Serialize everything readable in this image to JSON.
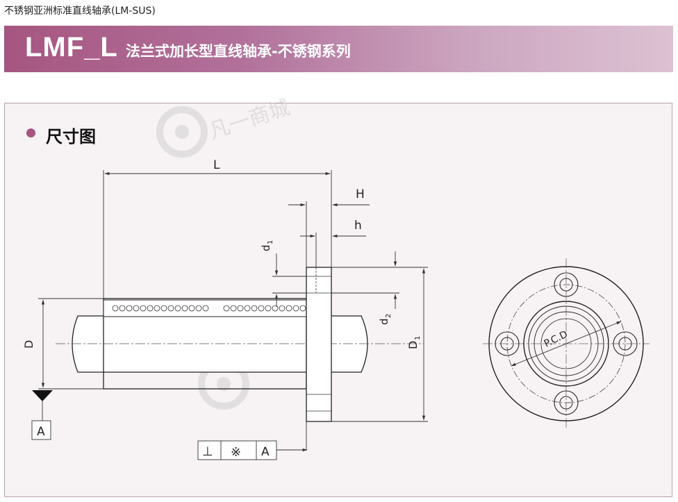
{
  "breadcrumb": "不锈钢亚洲标准直线轴承(LM-SUS)",
  "banner": {
    "code": "LMF_L",
    "title": "法兰式加长型直线轴承-不锈钢系列",
    "gradient_start": "#a55680",
    "gradient_end": "#ddc2d3"
  },
  "section": {
    "title": "尺寸图",
    "dot_color": "#a65582"
  },
  "drawing": {
    "label_L": "L",
    "label_H": "H",
    "label_h": "h",
    "label_d1": "d",
    "label_d1_sub": "1",
    "label_d2": "d",
    "label_d2_sub": "2",
    "label_D": "D",
    "label_D1": "D",
    "label_D1_sub": "1",
    "datum": "A",
    "tolerance": {
      "symbol": "⊥",
      "zone": "※",
      "datum": "A"
    },
    "pcd": "P.C.D"
  },
  "watermark": {
    "text": "凡一商城"
  }
}
